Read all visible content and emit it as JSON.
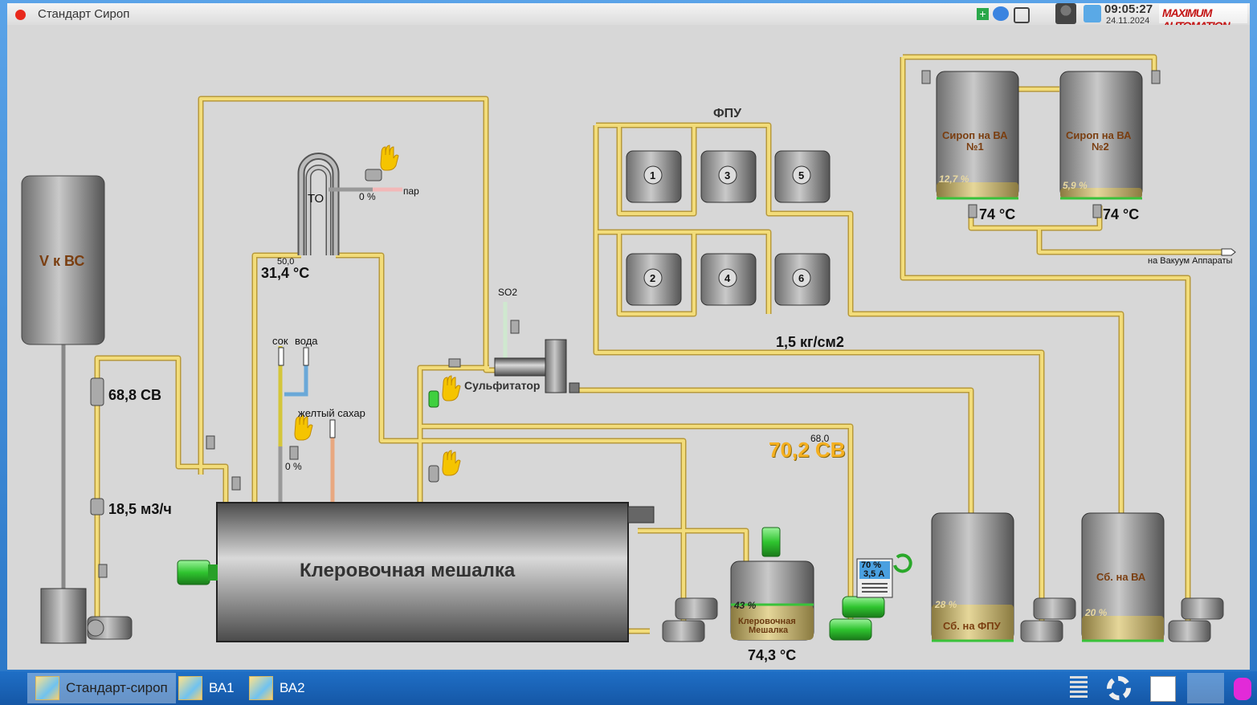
{
  "window": {
    "title": "Стандарт Сироп",
    "time": "09:05:27",
    "date": "24.11.2024",
    "logo": "MAXIMUM AUTOMATION"
  },
  "tanks": {
    "v_vs": "V к ВС",
    "mixer": "Клеровочная мешалка",
    "small_mixer_line1": "Клеровочная",
    "small_mixer_line2": "Мешалка",
    "small_mixer_level": "43 %",
    "sirop1_line1": "Сироп на ВА",
    "sirop1_line2": "№1",
    "sirop1_level": "12,7 %",
    "sirop2_line1": "Сироп на ВА",
    "sirop2_line2": "№2",
    "sirop2_level": "5,9 %",
    "sb_fpu": "Сб. на ФПУ",
    "sb_fpu_level": "28 %",
    "sb_va": "Сб. на ВА",
    "sb_va_level": "20 %"
  },
  "filters": {
    "title": "ФПУ",
    "ids": [
      "1",
      "3",
      "5",
      "2",
      "4",
      "6"
    ]
  },
  "labels": {
    "to": "ТО",
    "steam": "пар",
    "steam_valve": "0 %",
    "so2": "SO2",
    "juice": "сок",
    "water": "вода",
    "yellow_sugar": "желтый сахар",
    "valve_pct": "0 %",
    "sulfitator": "Сульфитатор",
    "to_vacuum": "на Вакуум Аппараты"
  },
  "readings": {
    "cv_in": "68,8 СВ",
    "flow": "18,5 м3/ч",
    "to_setpoint": "50,0",
    "to_temp": "31,4 °С",
    "pressure": "1,5 кг/см2",
    "cv_setpoint": "68,0",
    "cv_out": "70,2 СВ",
    "mixer_temp": "74,3 °С",
    "sirop1_temp": "74 °С",
    "sirop2_temp": "74 °С",
    "pump_pct": "70 %",
    "pump_amp": "3,5 А"
  },
  "colors": {
    "pipe": "#e8cf6a",
    "motor": "#3fd03f",
    "level": "#c8b060",
    "accent": "#ffaa00"
  },
  "taskbar": {
    "items": [
      "Стандарт-сироп",
      "ВА1",
      "ВА2"
    ]
  }
}
